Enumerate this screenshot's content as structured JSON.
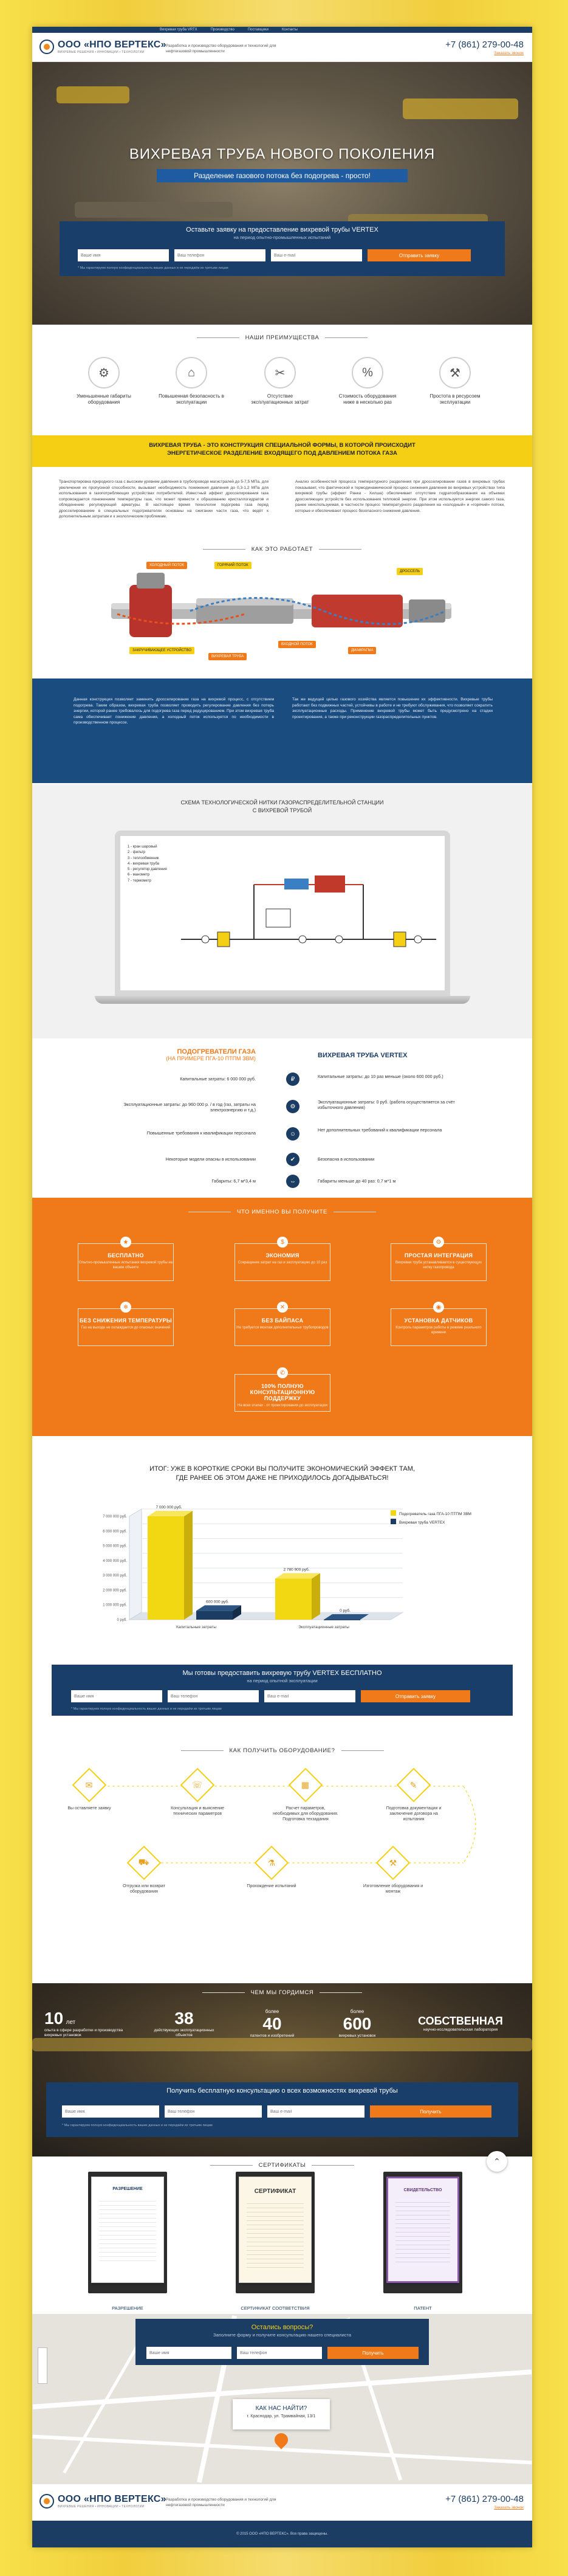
{
  "topnav": [
    "Вихревая труба VRTX",
    "Производство",
    "Поставщики",
    "Контакты"
  ],
  "company": {
    "name": "ООО «НПО ВЕРТЕКС»",
    "subtitle": "ВИХРЕВЫЕ РЕШЕНИЯ • ИННОВАЦИИ • ТЕХНОЛОГИИ",
    "description": "Разработка и производство оборудования и технологий для нефтегазовой промышленности",
    "phone": "+7 (861) 279-00-48",
    "callback": "Заказать звонок"
  },
  "hero": {
    "title": "ВИХРЕВАЯ ТРУБА НОВОГО ПОКОЛЕНИЯ",
    "subtitle": "Разделение газового потока без подогрева - просто!"
  },
  "form_top": {
    "title": "Оставьте заявку на предоставление вихревой трубы VERTEX",
    "subtitle": "на период опытно-промышленных испытаний",
    "name_placeholder": "Ваше имя",
    "phone_placeholder": "Ваш телефон",
    "email_placeholder": "Ваш e-mail",
    "button": "Отправить заявку",
    "note": "* Мы гарантируем полную конфиденциальность ваших данных и не передаём их третьим лицам"
  },
  "advantages": {
    "heading": "НАШИ ПРЕИМУЩЕСТВА",
    "items": [
      {
        "icon": "gear-icon",
        "text": "Уменьшенные габариты оборудования"
      },
      {
        "icon": "home-icon",
        "text": "Повышенная безопасность в эксплуатации"
      },
      {
        "icon": "tools-icon",
        "text": "Отсутствие эксплуатационных затрат"
      },
      {
        "icon": "percent-icon",
        "text": "Стоимость оборудования ниже в несколько раз"
      },
      {
        "icon": "wrench-icon",
        "text": "Простота в ресурсоем эксплуатации"
      }
    ]
  },
  "yellow_band": {
    "line1": "ВИХРЕВАЯ ТРУБА - ЭТО КОНСТРУКЦИЯ СПЕЦИАЛЬНОЙ ФОРМЫ, В КОТОРОЙ ПРОИСХОДИТ",
    "line2": "ЭНЕРГЕТИЧЕСКОЕ РАЗДЕЛЕНИЕ ВХОДЯЩЕГО ПОД ДАВЛЕНИЕМ ПОТОКА ГАЗА"
  },
  "about": {
    "left": "Транспортировка природного газа с высоким уровнем давления в трубопроводе магистралей до 5-7,5 МПа, для увеличения их пропускной способности, вызывает необходимость понижения давления до 0,3-1,2 МПа для использования в газопотребляющих устройствах потребителей. Известный эффект дросселирования газа сопровождается понижением температуры газа, что может привести к образованию кристаллогидратов и обледенению регулирующей арматуры. В настоящее время технологии подогрева газа перед дросселированием в специальных подогревателях основаны на сжигании части газа, что ведёт к дополнительным затратам и к экологическим проблемам.",
    "right": "Анализ особенностей процесса температурного разделения при дросселировании газов в вихревых трубах показывает, что фактической и термодинамической процесс снижения давления во вихревых устройствах типа вихревой трубы (эффект Ранка - Хилша) обеспечивает отсутствие гидратообразования на объемах дросселяющих устройств без использования тепловой энергии. При этом используется энергия самого газа, ранее неиспользуемая, в частности процесс температурного разделения на «холодный» и «горячий» потоки, которые и обеспечивают процесс безопасного снижения давления."
  },
  "how": {
    "heading": "КАК ЭТО РАБОТАЕТ",
    "tags": [
      "ХОЛОДНЫЙ ПОТОК",
      "ГОРЯЧИЙ ПОТОК",
      "ВХОДНОЙ ПОТОК",
      "ЗАКРУЧИВАЮЩЕЕ УСТРОЙСТВО",
      "ДИАФРАГМА",
      "ДРОССЕЛЬ",
      "ВИХРЕВАЯ ТРУБА"
    ]
  },
  "blue_text": {
    "left": "Данная конструкция позволяет заменить дросселирование газа на вихревой процесс, с отсутствием подогрева. Таким образом, вихревая труба позволяет проводить регулирование давления без потерь энергии, которой ранее требовалось для подогрева газа перед редуцированием. При этом вихревая труба сама обеспечивает понижение давления, а холодный поток используется по необходимости в производственном процессе.",
    "right": "Так же ведущей целью газового хозяйства является повышение их эффективности. Вихревые трубы работают без подвижных частей, устойчивы в работе и не требуют обслуживания, что позволяет сократить эксплуатационные расходы. Применение вихревой трубы может быть предусмотрено на стадии проектирования, а также при реконструкции газораспределительных пунктов."
  },
  "scheme": {
    "heading_line1": "СХЕМА ТЕХНОЛОГИЧЕСКОЙ НИТКИ ГАЗОРАСПРЕДЕЛИТЕЛЬНОЙ СТАНЦИИ",
    "heading_line2": "С ВИХРЕВОЙ ТРУБОЙ",
    "legend": [
      "1 - кран шаровый",
      "2 - фильтр",
      "3 - теплообменник",
      "4 - вихревая труба",
      "5 - регулятор давления",
      "6 - манометр",
      "7 - термометр"
    ]
  },
  "compare": {
    "left_title": "ПОДОГРЕВАТЕЛИ ГАЗА",
    "left_sub": "(НА ПРИМЕРЕ ПГА-10 ПТПМ ЗВМ)",
    "right_title": "ВИХРЕВАЯ ТРУБА VERTEX",
    "rows": [
      {
        "left": "Капитальные затраты: 6 000 000 руб.",
        "right": "Капитальные затраты: до 10 раз меньше (около 600 000 руб.)",
        "icon": "₽"
      },
      {
        "left": "Эксплуатационные затраты: до 960 000 р. / в год (газ, затраты на электроэнергию и т.д.)",
        "right": "Эксплуатационные затраты: 0 руб. (работа осуществляется за счёт избыточного давления)",
        "icon": "⚙"
      },
      {
        "left": "Повышенные требования к квалификации персонала",
        "right": "Нет дополнительных требований к квалификации персонала",
        "icon": "☺"
      },
      {
        "left": "Некоторые модели опасны в использовании",
        "right": "Безопасна в использовании",
        "icon": "✔"
      },
      {
        "left": "Габариты: 6,7 м*3,4 м",
        "right": "Габариты меньше до 40 раз: 0,7 м*1 м",
        "icon": "⇔"
      }
    ]
  },
  "benefits": {
    "heading": "ЧТО ИМЕННО ВЫ ПОЛУЧИТЕ",
    "boxes": [
      {
        "title": "БЕСПЛАТНО",
        "text": "Опытно-промышленные испытания вихревой трубы на вашем объекте"
      },
      {
        "title": "ЭКОНОМИЯ",
        "text": "Сокращение затрат на газ и эксплуатацию до 10 раз"
      },
      {
        "title": "ПРОСТАЯ ИНТЕГРАЦИЯ",
        "text": "Вихревая труба устанавливается в существующую нитку газопровода"
      },
      {
        "title": "БЕЗ СНИЖЕНИЯ ТЕМПЕРАТУРЫ",
        "text": "Газ на выходе не охлаждается до опасных значений"
      },
      {
        "title": "БЕЗ БАЙПАСА",
        "text": "Не требуется монтаж дополнительных трубопроводов"
      },
      {
        "title": "УСТАНОВКА ДАТЧИКОВ",
        "text": "Контроль параметров работы в режиме реального времени"
      },
      {
        "title": "100% ПОЛНУЮ КОНСУЛЬТАЦИОННУЮ ПОДДЕРЖКУ",
        "text": "На всех этапах - от проектирования до эксплуатации"
      }
    ]
  },
  "result": {
    "line1": "ИТОГ: УЖЕ В КОРОТКИЕ СРОКИ ВЫ ПОЛУЧИТЕ ЭКОНОМИЧЕСКИЙ ЭФФЕКТ ТАМ,",
    "line2": "ГДЕ РАНЕЕ ОБ ЭТОМ ДАЖЕ НЕ ПРИХОДИЛОСЬ ДОГАДЫВАТЬСЯ!"
  },
  "chart_data": {
    "type": "bar",
    "categories": [
      "Капитальные затраты",
      "Эксплуатационные затраты"
    ],
    "series": [
      {
        "name": "Подогреватель газа ПГА-10 ПТПМ ЗВМ",
        "values": [
          7000000,
          2780900
        ],
        "color": "#f2d713"
      },
      {
        "name": "Вихревая труба VERTEX",
        "values": [
          600000,
          0
        ],
        "color": "#1c3d63"
      }
    ],
    "data_labels": [
      "7 000 000 руб.",
      "600 000 руб.",
      "2 780 900 руб.",
      "0 руб."
    ],
    "y_ticks": [
      "0 руб.",
      "1 000 000 руб.",
      "2 000 000 руб.",
      "3 000 000 руб.",
      "4 000 000 руб.",
      "5 000 000 руб.",
      "6 000 000 руб.",
      "7 000 000 руб."
    ],
    "ylim": [
      0,
      7000000
    ],
    "legend_position": "top-right"
  },
  "form_mid": {
    "title": "Мы готовы предоставить вихревую трубу VERTEX БЕСПЛАТНО",
    "subtitle": "на период опытной эксплуатации",
    "name_placeholder": "Ваше имя",
    "phone_placeholder": "Ваш телефон",
    "email_placeholder": "Ваш e-mail",
    "button": "Отправить заявку",
    "note": "* Мы гарантируем полную конфиденциальность ваших данных и не передаём их третьим лицам"
  },
  "steps": {
    "heading": "КАК ПОЛУЧИТЬ ОБОРУДОВАНИЕ?",
    "items": [
      {
        "icon": "mail-icon",
        "text": "Вы оставляете заявку"
      },
      {
        "icon": "chat-icon",
        "text": "Консультация и выяснение технических параметров"
      },
      {
        "icon": "calc-icon",
        "text": "Расчет параметров, необходимых для оборудования. Подготовка техзадания"
      },
      {
        "icon": "doc-icon",
        "text": "Подготовка документации и заключение договора на испытания"
      },
      {
        "icon": "truck-icon",
        "text": "Отгрузка или возврат оборудования"
      },
      {
        "icon": "test-icon",
        "text": "Прохождение испытаний"
      },
      {
        "icon": "factory-icon",
        "text": "Изготовление оборудования и монтаж"
      }
    ]
  },
  "stats": {
    "heading": "ЧЕМ МЫ ГОРДИМСЯ",
    "items": [
      {
        "value": "10",
        "unit": "лет",
        "text": "опыта в сфере разработки и производства вихревых установок"
      },
      {
        "value": "38",
        "unit": "",
        "text": "действующих эксплуатационных объектов"
      },
      {
        "value": "40",
        "unit": "более",
        "text": "патентов и изобретений"
      },
      {
        "value": "600",
        "unit": "более",
        "text": "вихревых установок"
      },
      {
        "value": "СОБСТВЕННАЯ",
        "unit": "",
        "text": "научно-исследовательская лаборатория"
      }
    ]
  },
  "form_stats": {
    "title": "Получить бесплатную консультацию о всех возможностях вихревой трубы",
    "name_placeholder": "Ваше имя",
    "phone_placeholder": "Ваш телефон",
    "email_placeholder": "Ваш e-mail",
    "button": "Получить",
    "note": "* Мы гарантируем полную конфиденциальность ваших данных и не передаём их третьим лицам"
  },
  "certs": {
    "heading": "СЕРТИФИКАТЫ",
    "captions": [
      "РАЗРЕШЕНИЕ",
      "СЕРТИФИКАТ СООТВЕТСТВИЯ",
      "ПАТЕНТ"
    ],
    "titles": [
      "РАЗРЕШЕНИЕ",
      "СЕРТИФИКАТ",
      "СВИДЕТЕЛЬСТВО"
    ]
  },
  "form_bottom": {
    "title": "Остались вопросы?",
    "subtitle": "Заполните форму и получите консультацию нашего специалиста",
    "name_placeholder": "Ваше имя",
    "phone_placeholder": "Ваш телефон",
    "button": "Получить"
  },
  "contacts": {
    "heading": "КАК НАС НАЙТИ?",
    "address": "г. Краснодар, ул. Трамвайная, 13/1"
  },
  "footer": {
    "name": "ООО «НПО ВЕРТЕКС»",
    "subtitle": "ВИХРЕВЫЕ РЕШЕНИЯ • ИННОВАЦИИ • ТЕХНОЛОГИИ",
    "description": "Разработка и производство оборудования и технологий для нефтегазовой промышленности",
    "phone": "+7 (861) 279-00-48",
    "callback": "Заказать звонок",
    "copyright": "© 2015 ООО «НПО ВЕРТЕКС». Все права защищены."
  }
}
